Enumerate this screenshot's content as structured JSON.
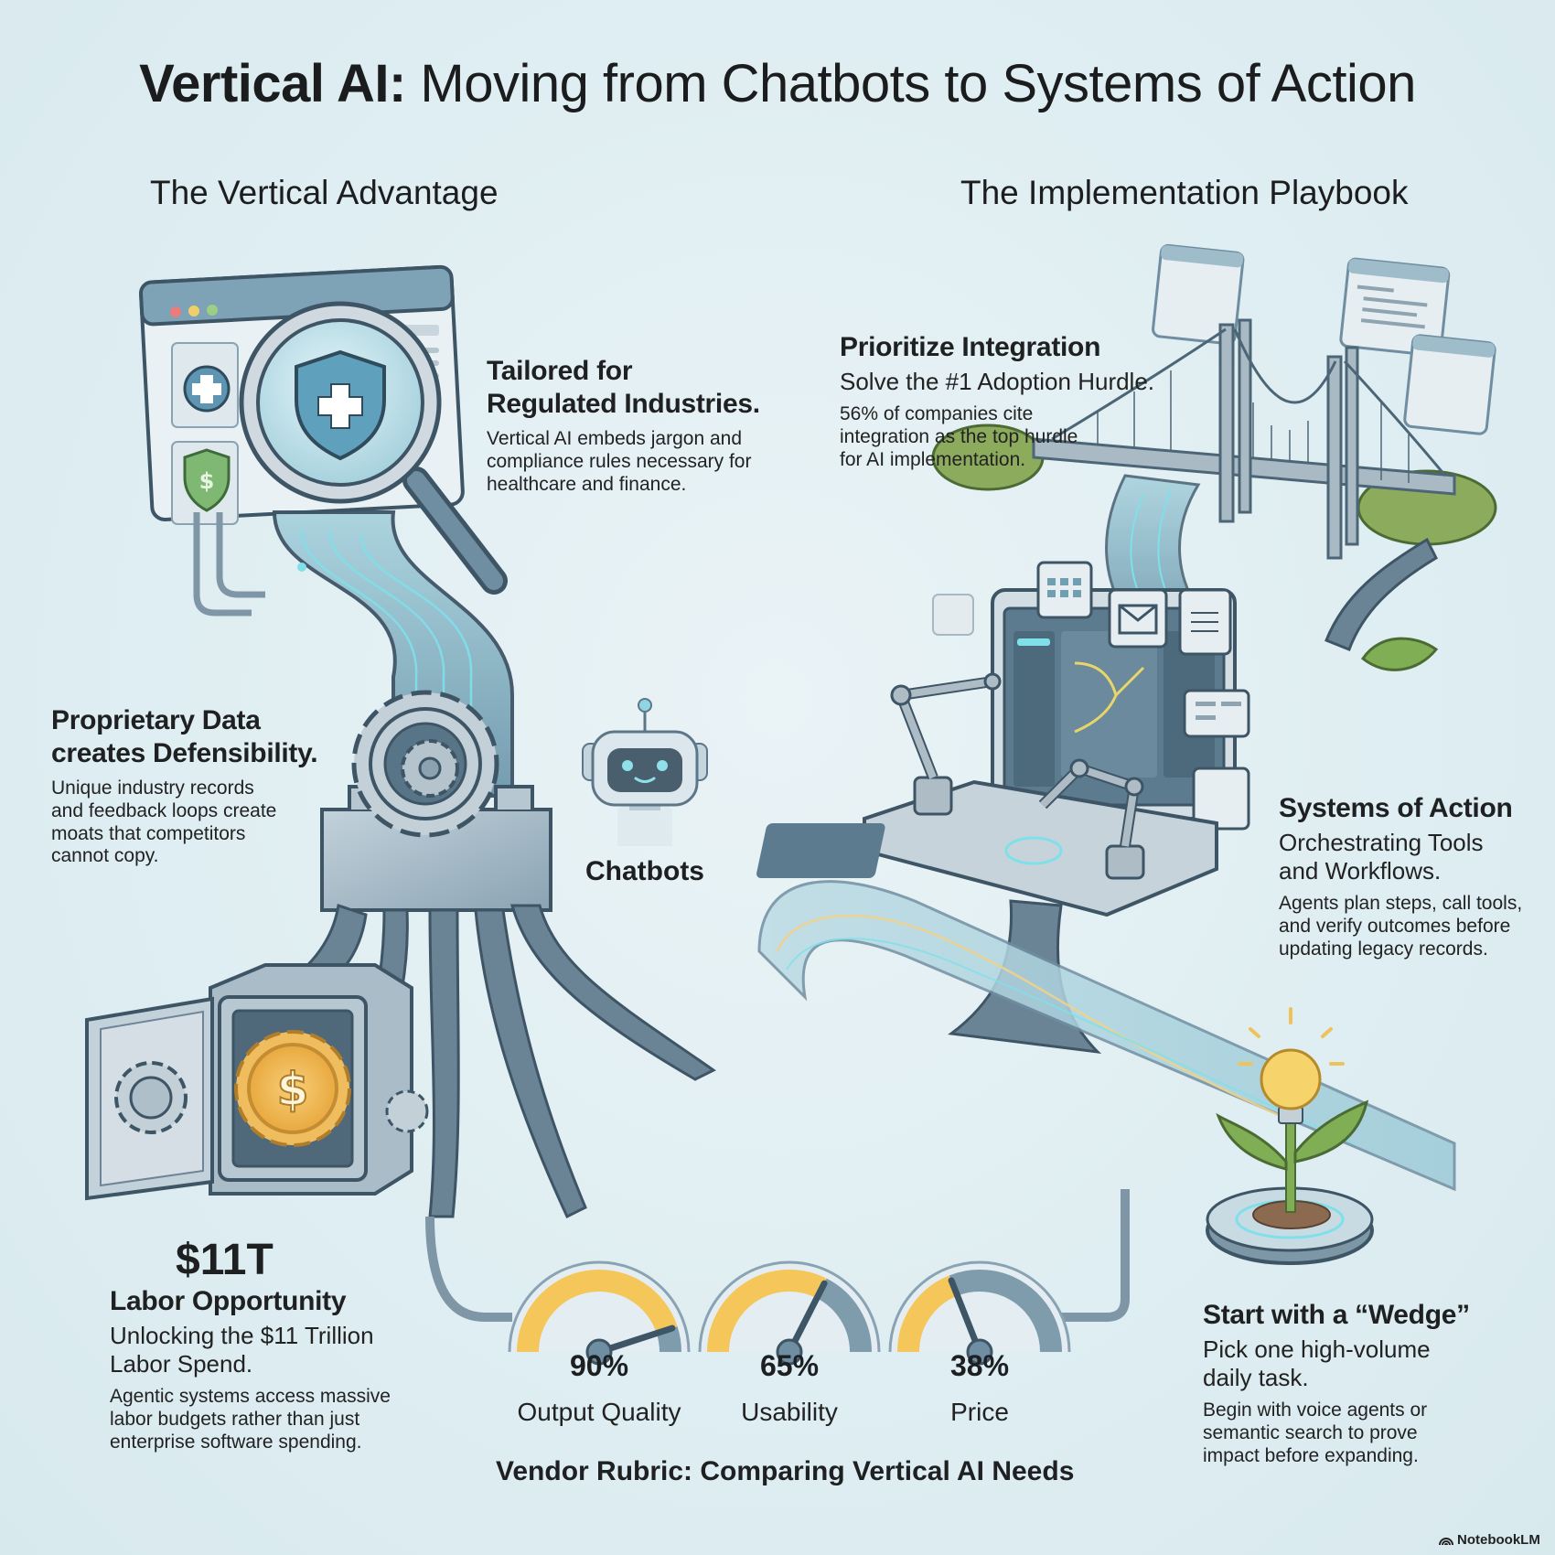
{
  "header": {
    "title_bold": "Vertical AI:",
    "title_rest": " Moving from Chatbots to Systems of Action"
  },
  "left": {
    "heading": "The Vertical Advantage",
    "tailored": {
      "title_line1": "Tailored for",
      "title_line2": "Regulated Industries.",
      "body": "Vertical AI embeds jargon and compliance rules necessary for healthcare and finance."
    },
    "proprietary": {
      "title_line1": "Proprietary Data",
      "title_line2": "creates Defensibility.",
      "body": "Unique industry records and feedback loops create moats that competitors cannot copy."
    },
    "labor": {
      "figure": "$11T",
      "title": "Labor Opportunity",
      "subtitle": "Unlocking the $11 Trillion Labor Spend.",
      "body": "Agentic systems access massive labor budgets rather than just enterprise software spending."
    }
  },
  "center": {
    "chatbots_label": "Chatbots"
  },
  "right": {
    "heading": "The Implementation Playbook",
    "integration": {
      "title": "Prioritize Integration",
      "subtitle": "Solve the #1 Adoption Hurdle.",
      "body": "56% of companies cite integration as the top hurdle for AI implementation."
    },
    "systems": {
      "title": "Systems of Action",
      "subtitle": "Orchestrating Tools and Workflows.",
      "body": "Agents plan steps, call tools, and verify outcomes before updating legacy records."
    },
    "wedge": {
      "title": "Start with a “Wedge”",
      "subtitle": "Pick one high-volume daily task.",
      "body": "Begin with voice agents or semantic search to prove impact before expanding."
    }
  },
  "rubric": {
    "title": "Vendor Rubric: Comparing Vertical AI Needs",
    "gauges": [
      {
        "value": "90%",
        "label": "Output Quality",
        "pct": 90
      },
      {
        "value": "65%",
        "label": "Usability",
        "pct": 65
      },
      {
        "value": "38%",
        "label": "Price",
        "pct": 38
      }
    ]
  },
  "chart_data": {
    "type": "gauge",
    "title": "Vendor Rubric: Comparing Vertical AI Needs",
    "categories": [
      "Output Quality",
      "Usability",
      "Price"
    ],
    "values": [
      90,
      65,
      38
    ],
    "unit": "%",
    "ylim": [
      0,
      100
    ]
  },
  "footer": {
    "brand": "NotebookLM"
  },
  "colors": {
    "background": "#dfeef2",
    "steel": "#7f9cad",
    "steel_dark": "#3e5566",
    "accent_teal": "#5fc6d3",
    "gold": "#f5c65a",
    "leaf_green": "#7fae55"
  }
}
